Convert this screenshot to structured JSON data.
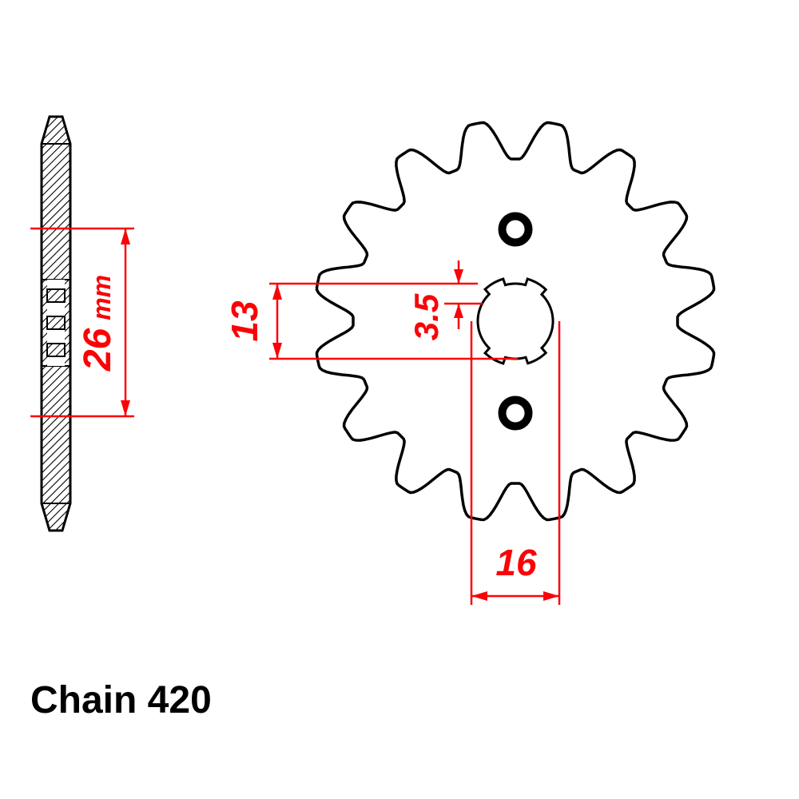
{
  "title": "Chain 420",
  "drawing": {
    "type": "sprocket-technical-drawing",
    "teeth": 16,
    "colors": {
      "outline": "#000000",
      "dimension": "#fb0207",
      "background": "#ffffff"
    }
  },
  "dimensions": {
    "hub_width_value": "26",
    "hub_width_unit": "mm",
    "bore_diameter": "13",
    "spline_depth": "3.5",
    "shaft_diameter": "16"
  }
}
